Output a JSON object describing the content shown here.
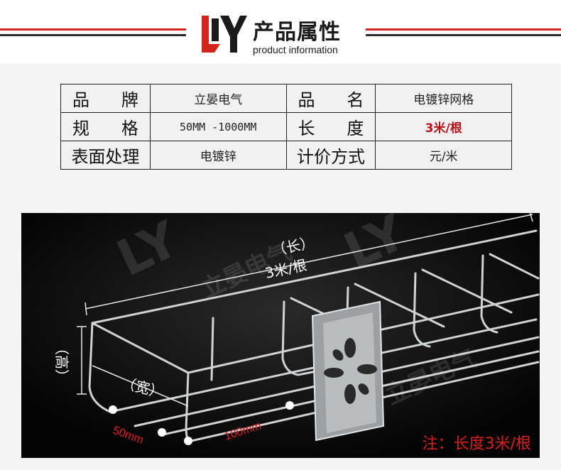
{
  "header": {
    "title_cn": "产品属性",
    "title_en": "product information",
    "logo_letters": "LY"
  },
  "attributes": {
    "rows": [
      [
        {
          "label": "品牌",
          "value": "立晏电气"
        },
        {
          "label": "品名",
          "value": "电镀锌网格"
        }
      ],
      [
        {
          "label": "规格",
          "value": "50MM -1000MM"
        },
        {
          "label": "长度",
          "value": "3米/根"
        }
      ],
      [
        {
          "label": "表面处理",
          "value": "电镀锌"
        },
        {
          "label": "计价方式",
          "value": "元/米"
        }
      ]
    ]
  },
  "photo": {
    "length_label": "（长）",
    "length_value": "3米/根",
    "height_label": "（高）",
    "width_label": "（宽）",
    "dim_50": "50mm",
    "dim_100": "100mm",
    "watermark": "立晏电气",
    "note": "注：长度3米/根"
  },
  "colors": {
    "accent_red": "#d3241c",
    "value_red": "#b5121b",
    "photo_bg": "#0b0b0b"
  }
}
